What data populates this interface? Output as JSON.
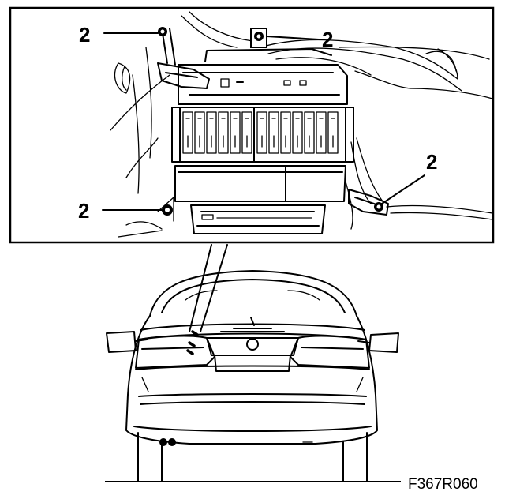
{
  "callouts": [
    "2",
    "2",
    "2",
    "2"
  ],
  "figure_ref": "F367R060"
}
